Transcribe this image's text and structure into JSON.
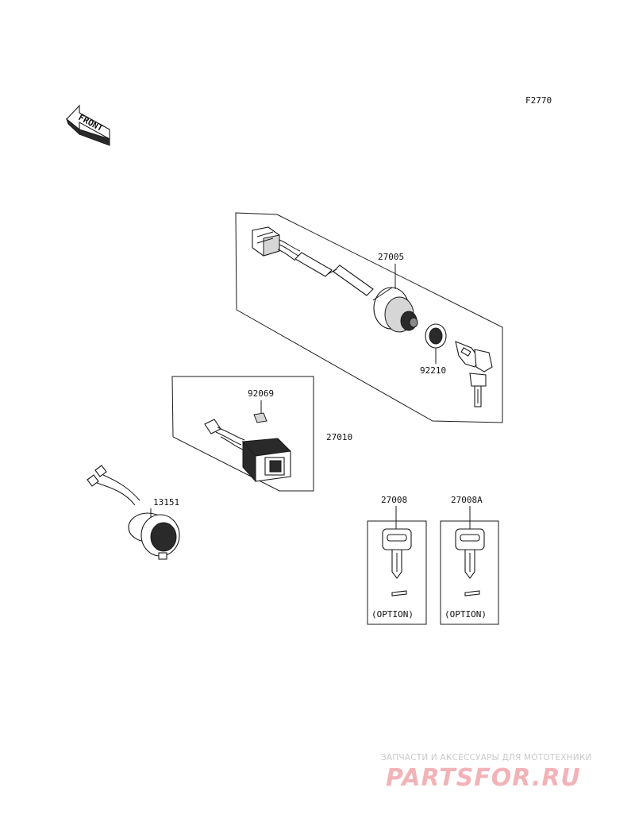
{
  "diagram": {
    "code": "F2770",
    "front_label": "FRONT",
    "callouts": {
      "ignition_switch": "27005",
      "cap": "92210",
      "clip": "92069",
      "switch_assy": "27010",
      "socket": "13151",
      "key_blank_a": "27008",
      "key_blank_b": "27008A"
    },
    "option_label": "(OPTION)"
  },
  "watermark": {
    "caption": "ЗАПЧАСТИ И АКСЕССУАРЫ ДЛЯ МОТОТЕХНИКИ",
    "brand": "PARTSFOR.RU"
  },
  "colors": {
    "line": "#1a1a1a",
    "watermark_brand": "#f2b3b8",
    "watermark_caption": "#c9c9c9"
  }
}
